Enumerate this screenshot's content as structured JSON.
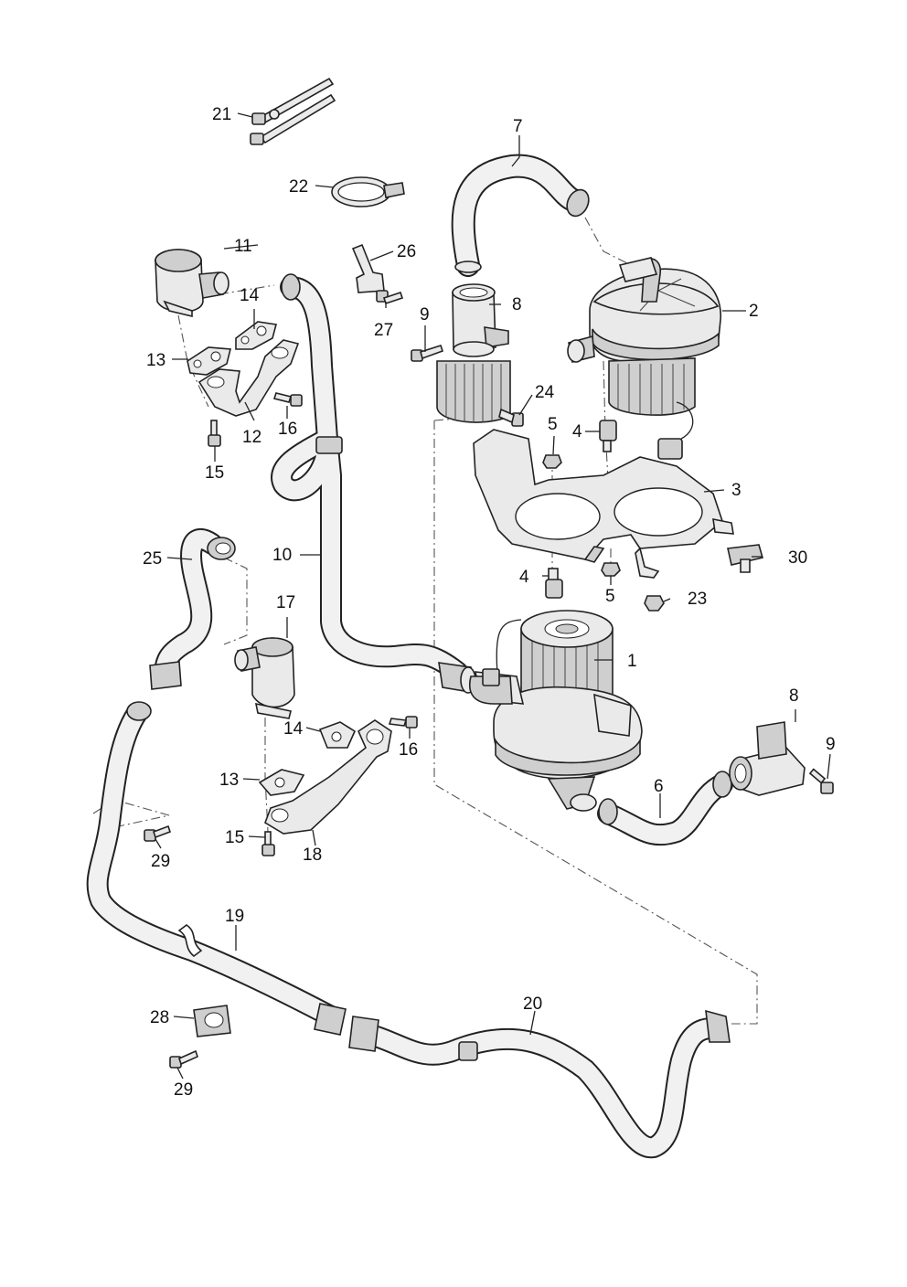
{
  "callouts": {
    "c1": "1",
    "c2": "2",
    "c3": "3",
    "c4a": "4",
    "c4b": "4",
    "c5a": "5",
    "c5b": "5",
    "c6": "6",
    "c7": "7",
    "c8a": "8",
    "c8b": "8",
    "c9a": "9",
    "c9b": "9",
    "c10": "10",
    "c11": "11",
    "c12": "12",
    "c13a": "13",
    "c13b": "13",
    "c14a": "14",
    "c14b": "14",
    "c15a": "15",
    "c15b": "15",
    "c16a": "16",
    "c16b": "16",
    "c17": "17",
    "c18": "18",
    "c19": "19",
    "c20": "20",
    "c21": "21",
    "c22": "22",
    "c23": "23",
    "c24": "24",
    "c25": "25",
    "c26": "26",
    "c27": "27",
    "c28": "28",
    "c29a": "29",
    "c29b": "29",
    "c30": "30"
  }
}
